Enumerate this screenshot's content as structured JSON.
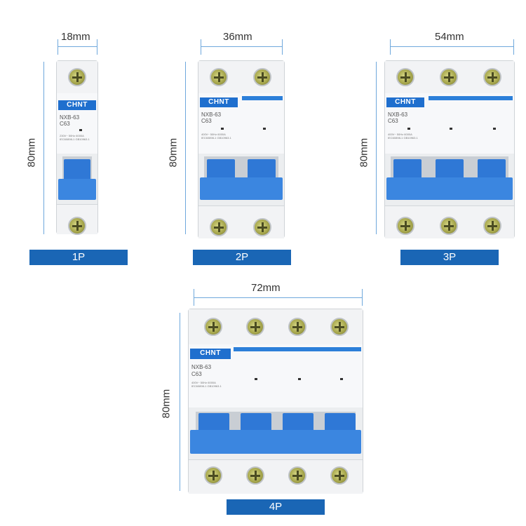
{
  "items": [
    {
      "label": "1P",
      "width_label": "18mm",
      "height_label": "80mm"
    },
    {
      "label": "2P",
      "width_label": "36mm",
      "height_label": "80mm"
    },
    {
      "label": "3P",
      "width_label": "54mm",
      "height_label": "80mm"
    },
    {
      "label": "4P",
      "width_label": "72mm",
      "height_label": "80mm"
    }
  ],
  "product": {
    "brand": "CHNT",
    "model": "NXB-63",
    "rating": "C63"
  },
  "colors": {
    "accent": "#1a66b5",
    "handle": "#2f78d6",
    "screw": "#a9a94e"
  }
}
